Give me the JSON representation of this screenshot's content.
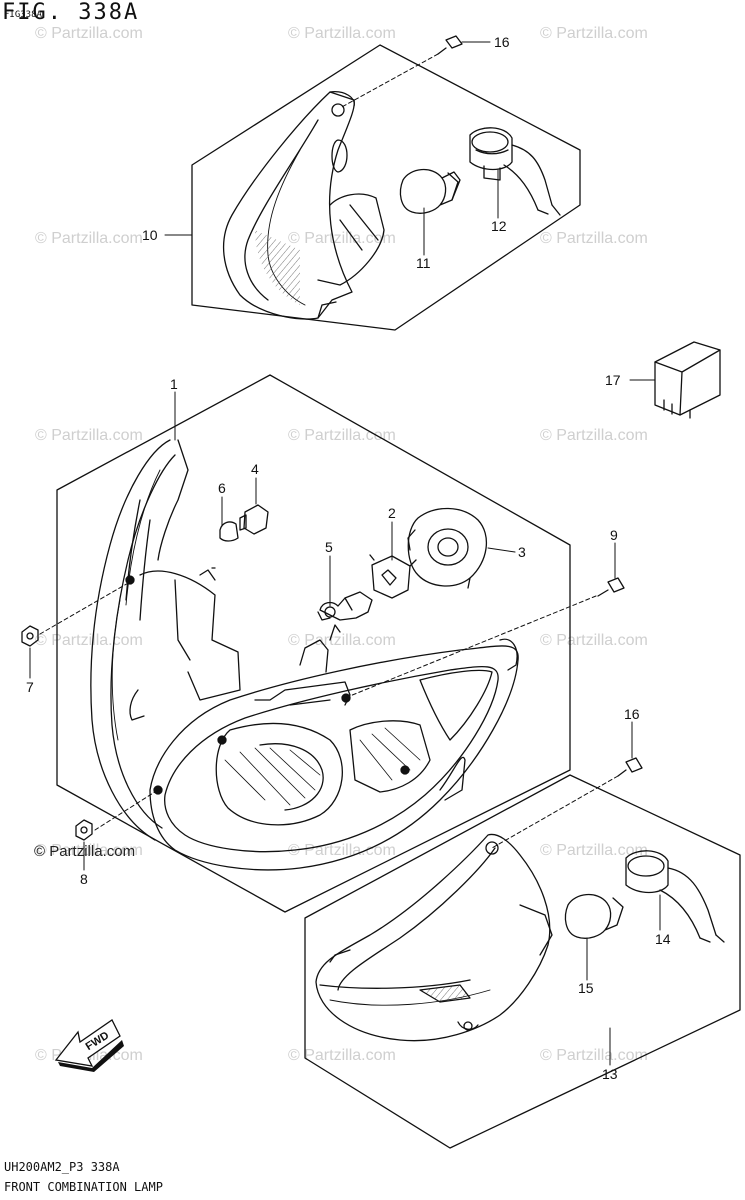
{
  "header": {
    "figure_number": "FIG. 338A",
    "figure_code": "FIG338A"
  },
  "footer": {
    "model_code": "UH200AM2_P3 338A",
    "caption": "FRONT COMBINATION LAMP"
  },
  "credit": "© Partzilla.com",
  "watermark": "© Partzilla.com",
  "fwd_label": "FWD",
  "callouts": [
    "1",
    "2",
    "3",
    "4",
    "5",
    "6",
    "7",
    "8",
    "9",
    "10",
    "11",
    "12",
    "13",
    "14",
    "15",
    "16",
    "16",
    "17"
  ]
}
